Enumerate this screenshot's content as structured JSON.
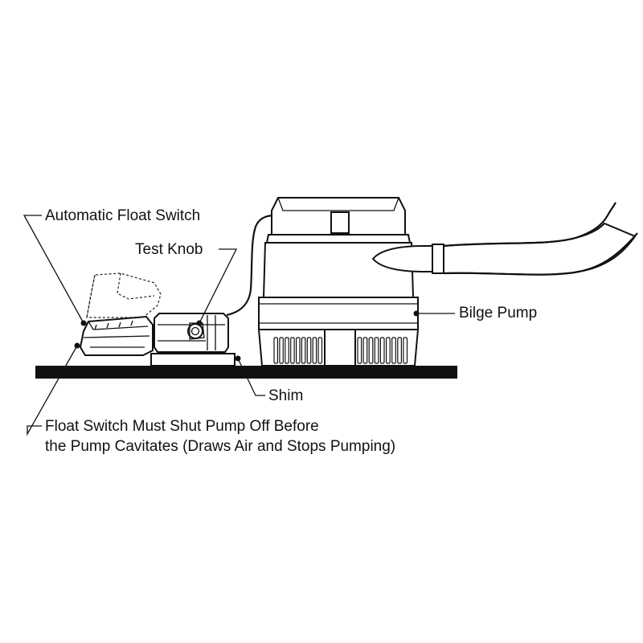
{
  "labels": {
    "automatic_float_switch": "Automatic Float Switch",
    "test_knob": "Test Knob",
    "bilge_pump": "Bilge Pump",
    "shim": "Shim",
    "note_line1": "Float Switch Must Shut Pump Off Before",
    "note_line2": "the Pump Cavitates (Draws Air and Stops Pumping)"
  }
}
